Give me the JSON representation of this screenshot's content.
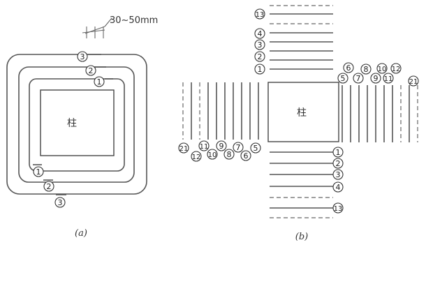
{
  "figure_a": {
    "caption": "(a)",
    "column_label": "柱",
    "dimension": "30~50mm",
    "layers": [
      "1",
      "2",
      "3"
    ]
  },
  "figure_b": {
    "caption": "(b)",
    "column_label": "柱",
    "top_labels": [
      "13",
      "4",
      "3",
      "2",
      "1"
    ],
    "right_labels": [
      "1",
      "2",
      "3",
      "4",
      "13"
    ],
    "left_labels": [
      "21",
      "12",
      "11",
      "10",
      "9",
      "8",
      "7",
      "6",
      "5"
    ],
    "upper_right_labels": [
      "5",
      "6",
      "7",
      "8",
      "9",
      "10",
      "11",
      "12",
      "21"
    ]
  }
}
